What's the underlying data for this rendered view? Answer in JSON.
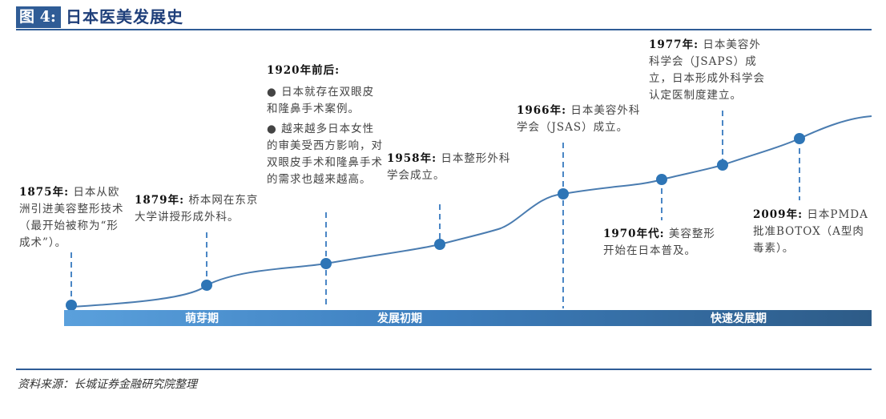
{
  "figure": {
    "label": "图 4:",
    "title": "日本医美发展史"
  },
  "events": [
    {
      "year": "1875年:",
      "text": [
        "日本从欧洲引进美容整形技术（最开始被称为“形成术”）。"
      ]
    },
    {
      "year": "1879年:",
      "text": [
        "桥本网在东京大学讲授形成外科。"
      ]
    },
    {
      "year": "1920年前后:",
      "text": [
        "● 日本就存在双眼皮和隆鼻手术案例。",
        "● 越来越多日本女性的审美受西方影响，对双眼皮手术和隆鼻手术的需求也越来越高。"
      ]
    },
    {
      "year": "1958年:",
      "text": [
        "日本整形外科学会成立。"
      ]
    },
    {
      "year": "1966年:",
      "text": [
        "日本美容外科学会（JSAS）成立。"
      ]
    },
    {
      "year": "1970年代:",
      "text": [
        "美容整形开始在日本普及。"
      ]
    },
    {
      "year": "1977年:",
      "text": [
        "日本美容外科学会（JSAPS）成立，日本形成外科学会认定医制度建立。"
      ]
    },
    {
      "year": "2009年:",
      "text": [
        "日本PMDA批准BOTOX（A型肉毒素）。"
      ]
    }
  ],
  "phases": [
    "萌芽期",
    "发展初期",
    "快速发展期"
  ],
  "source": "资料来源：长城证券金融研究院整理",
  "colors": {
    "accent": "#2f5c96",
    "curve": "#4a7cb0",
    "dot": "#2e75b6"
  }
}
